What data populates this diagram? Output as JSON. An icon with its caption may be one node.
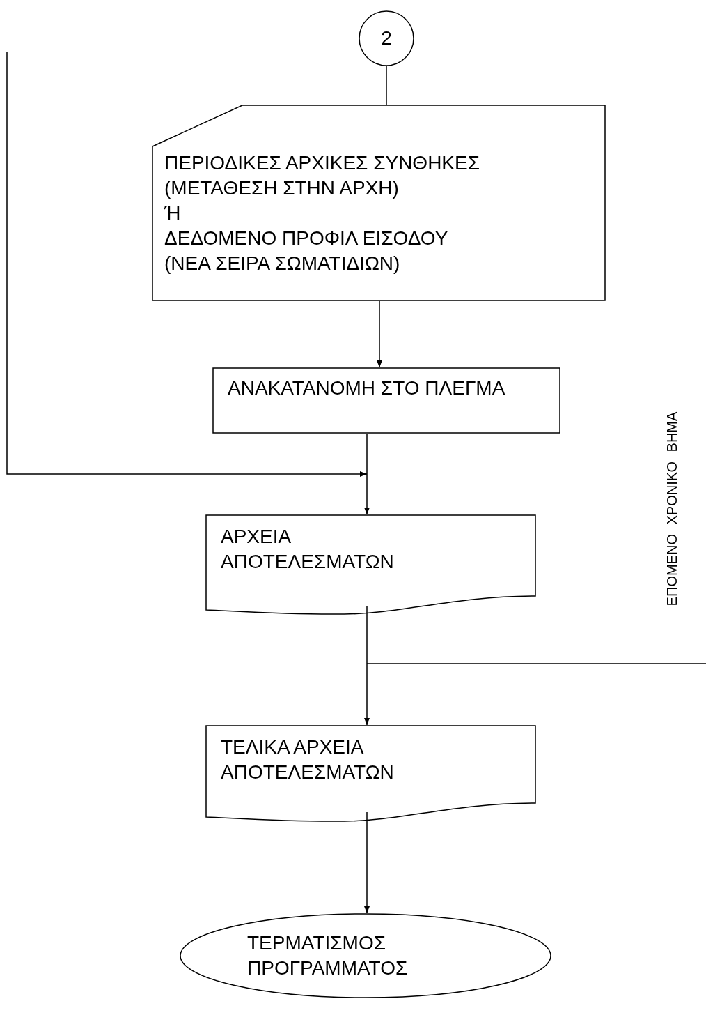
{
  "diagram": {
    "nodes": [
      {
        "text": [
          "2"
        ]
      },
      {
        "text": [
          "ΠΕΡΙΟΔΙΚΕΣ ΑΡΧΙΚΕΣ ΣΥΝΘΗΚΕΣ",
          "(ΜΕΤΑΘΕΣΗ ΣΤΗΝ ΑΡΧΗ)",
          "Ή",
          "ΔΕΔΟΜΕΝΟ ΠΡΟΦΙΛ ΕΙΣΟΔΟΥ",
          "(ΝΕΑ ΣΕΙΡΑ ΣΩΜΑΤΙΔΙΩΝ)"
        ]
      },
      {
        "text": [
          "ΑΝΑΚΑΤΑΝΟΜΗ ΣΤΟ ΠΛΕΓΜΑ"
        ]
      },
      {
        "text": [
          "ΑΡΧΕΙΑ ΑΠΟΤΕΛΕΣΜΑΤΩΝ"
        ]
      },
      {
        "text": [
          "ΤΕΛΙΚΑ ΑΡΧΕΙΑ ΑΠΟΤΕΛΕΣΜΑΤΩΝ"
        ]
      },
      {
        "text": [
          "ΤΕΡΜΑΤΙΣΜΟΣ ΠΡΟΓΡΑΜΜΑΤΟΣ"
        ]
      }
    ],
    "edges": [
      {
        "from": 0,
        "to": 1,
        "arrow": "none"
      },
      {
        "from": 1,
        "to": 2,
        "arrow": "to"
      },
      {
        "from": 2,
        "to": 3,
        "arrow": "to"
      },
      {
        "from": null,
        "to": 3,
        "arrow": "to"
      },
      {
        "from": 3,
        "to": 4,
        "arrow": "to"
      },
      {
        "from": 3,
        "to": null,
        "arrow": "none"
      },
      {
        "from": 4,
        "to": 5,
        "arrow": "to"
      }
    ],
    "labels": [
      "ΕΠΟΜΕΝΟ ΧΡΟΝΙΚΟ ΒΗΜΑ"
    ]
  }
}
